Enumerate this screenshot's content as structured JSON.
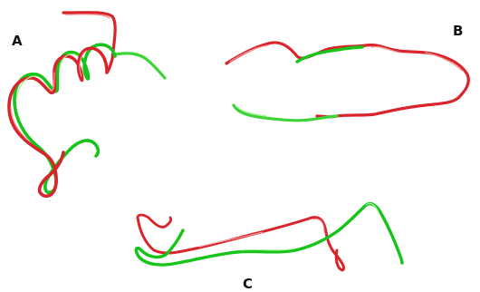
{
  "figure": {
    "panels": [
      {
        "id": "A",
        "label": "A"
      },
      {
        "id": "B",
        "label": "B"
      },
      {
        "id": "C",
        "label": "C"
      }
    ],
    "colors": {
      "red_trace": "#d9242c",
      "red_highlight": "#f07c7c",
      "green_trace": "#16c41a",
      "green_highlight": "#8fe87f"
    }
  }
}
